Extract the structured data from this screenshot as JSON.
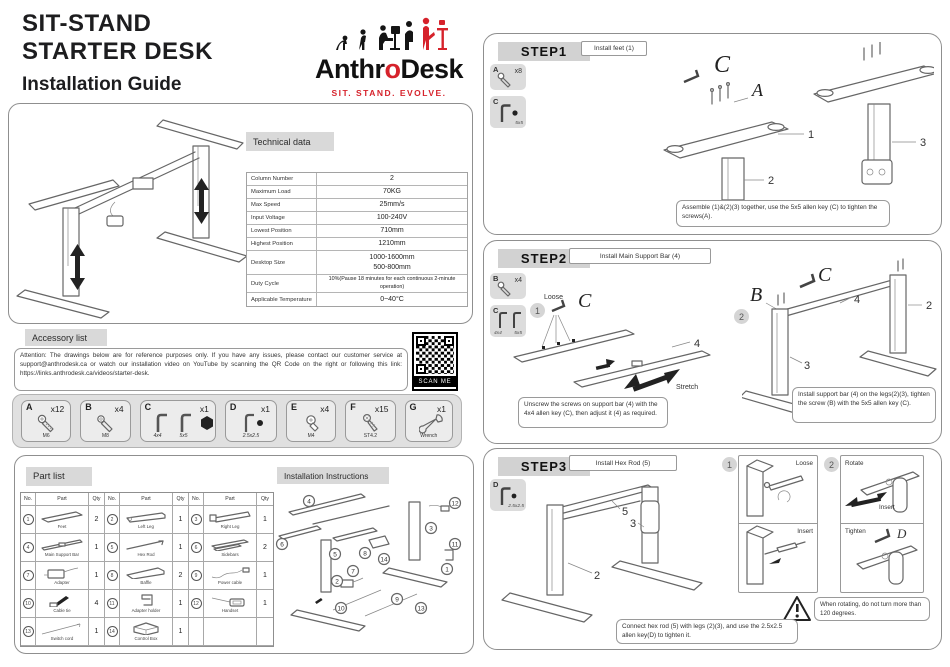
{
  "colors": {
    "brand_red": "#d6222b",
    "ink": "#222222",
    "label_grey": "#d9d9d9"
  },
  "header": {
    "title_line1": "SIT-STAND",
    "title_line2": "STARTER DESK",
    "subtitle": "Installation Guide",
    "logo": {
      "part1": "Anthr",
      "part2": "o",
      "part3": "Desk",
      "tagline": "SIT. STAND. EVOLVE."
    }
  },
  "technical": {
    "label": "Technical data",
    "rows": [
      {
        "label": "Column Number",
        "value": "2"
      },
      {
        "label": "Maximum Load",
        "value": "70KG"
      },
      {
        "label": "Max Speed",
        "value": "25mm/s"
      },
      {
        "label": "Input Voltage",
        "value": "100-240V"
      },
      {
        "label": "Lowest Position",
        "value": "710mm"
      },
      {
        "label": "Highest Position",
        "value": "1210mm"
      },
      {
        "label": "Desktop Size",
        "value": "1000-1600mm",
        "value2": "500-800mm"
      },
      {
        "label": "Duty Cycle",
        "value": "10%(Pause 18 minutes for each continuous 2-minute operation)"
      },
      {
        "label": "Applicable Temperature",
        "value": "0~40°C"
      }
    ]
  },
  "accessory": {
    "label": "Accessory list",
    "attention": "Attention: The drawings below are for reference purposes only. If you have any issues, please contact our customer service at support@anthrodesk.ca or watch our installation video on YouTube by scanning the QR Code on the right or following this link: https://links.anthrodesk.ca/videos/starter-desk.",
    "scan_label": "SCAN ME",
    "items": [
      {
        "letter": "A",
        "qty": "x12",
        "size": "M6"
      },
      {
        "letter": "B",
        "qty": "x4",
        "size": "M8"
      },
      {
        "letter": "C",
        "qty": "x1",
        "size": "4x4",
        "size2": "5x5"
      },
      {
        "letter": "D",
        "qty": "x1",
        "size": "2.5x2.5"
      },
      {
        "letter": "E",
        "qty": "x4",
        "size": "M4"
      },
      {
        "letter": "F",
        "qty": "x15",
        "size": "ST4.2"
      },
      {
        "letter": "G",
        "qty": "x1",
        "size": "Wrench"
      }
    ]
  },
  "partlist": {
    "label": "Part list",
    "col_no": "No.",
    "col_part": "Part",
    "col_qty": "Qty",
    "parts": [
      {
        "no": "1",
        "name": "Feet",
        "qty": "2"
      },
      {
        "no": "2",
        "name": "Left Leg",
        "qty": "1"
      },
      {
        "no": "3",
        "name": "Right Leg",
        "qty": "1"
      },
      {
        "no": "4",
        "name": "Main Support Bar",
        "qty": "1"
      },
      {
        "no": "5",
        "name": "Hex Rod",
        "qty": "1"
      },
      {
        "no": "6",
        "name": "Sidebars",
        "qty": "2"
      },
      {
        "no": "7",
        "name": "Adapter",
        "qty": "1"
      },
      {
        "no": "8",
        "name": "Baffle",
        "qty": "2"
      },
      {
        "no": "9",
        "name": "Power cable",
        "qty": "1"
      },
      {
        "no": "10",
        "name": "Cable tie",
        "qty": "4"
      },
      {
        "no": "11",
        "name": "Adapter holder",
        "qty": "1"
      },
      {
        "no": "12",
        "name": "Handset",
        "qty": "1"
      },
      {
        "no": "13",
        "name": "Switch cord",
        "qty": "1"
      },
      {
        "no": "14",
        "name": "Control Box",
        "qty": "1"
      }
    ]
  },
  "instructions": {
    "label": "Installation Instructions",
    "callouts": [
      "1",
      "2",
      "3",
      "4",
      "5",
      "6",
      "7",
      "8",
      "9",
      "10",
      "11",
      "12",
      "13",
      "14"
    ]
  },
  "step1": {
    "header": "STEP1",
    "title": "Install feet (1)",
    "tool_a": {
      "letter": "A",
      "qty": "x8"
    },
    "tool_c": {
      "letter": "C",
      "size": "5x5"
    },
    "big_c": "C",
    "big_a": "A",
    "c1": "1",
    "c2": "2",
    "c3": "3",
    "note": "Assemble (1)&(2)(3) together, use the 5x5 allen key (C) to tighten the screws(A)."
  },
  "step2": {
    "header": "STEP2",
    "title": "Install Main Support Bar (4)",
    "tool_b": {
      "letter": "B",
      "qty": "x4"
    },
    "tool_c": {
      "letter": "C",
      "size1": "4x4",
      "size2": "5x5"
    },
    "sub1": {
      "num": "1",
      "loose": "Loose",
      "big_c": "C",
      "stretch": "Stretch",
      "c4": "4",
      "note": "Unscrew the screws on support bar (4) with the 4x4 allen key (C), then adjust it (4) as required."
    },
    "sub2": {
      "num": "2",
      "big_b": "B",
      "big_c": "C",
      "c4": "4",
      "c2": "2",
      "c3": "3",
      "note": "Install support bar (4) on the legs(2)(3), tighten the screw (B) with the 5x5 allen key (C)."
    }
  },
  "step3": {
    "header": "STEP3",
    "title": "Install Hex Rod (5)",
    "tool_d": {
      "letter": "D",
      "size": "2.5x2.5"
    },
    "c5": "5",
    "c3": "3",
    "c2": "2",
    "sub1": {
      "num": "1",
      "loose": "Loose",
      "insert": "Insert"
    },
    "sub2": {
      "num": "2",
      "rotate": "Rotate",
      "insert": "Insert",
      "tighten": "Tighten",
      "big_d": "D"
    },
    "warning": "When rotating, do not turn more than 120 degrees.",
    "note": "Connect hex rod (5) with legs (2)(3), and use the 2.5x2.5 allen key(D) to tighten it."
  }
}
